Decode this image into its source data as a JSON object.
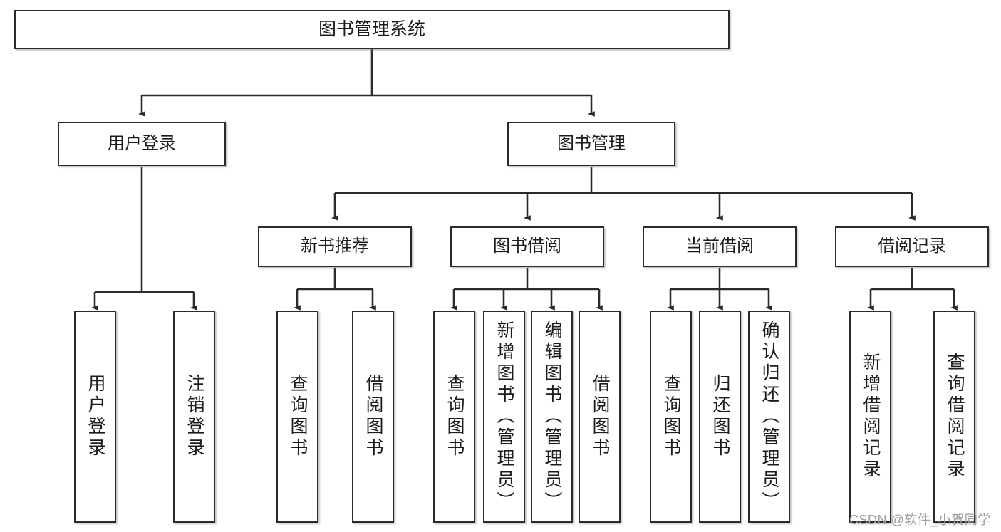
{
  "diagram": {
    "title": "图书管理系统",
    "type": "tree-hierarchy-diagram",
    "colors": {
      "box_border": "#2b2b2b",
      "box_fill": "#ffffff",
      "line": "#2b2b2b",
      "text": "#1c1c1c",
      "watermark": "#9c9c9c",
      "background": "#ffffff"
    },
    "nodes": {
      "root": {
        "label": "图书管理系统"
      },
      "level2": [
        {
          "label": "用户登录"
        },
        {
          "label": "图书管理"
        }
      ],
      "level3": [
        {
          "label": "新书推荐"
        },
        {
          "label": "图书借阅"
        },
        {
          "label": "当前借阅"
        },
        {
          "label": "借阅记录"
        }
      ],
      "leaves_user_login": [
        {
          "label": "用户登录"
        },
        {
          "label": "注销登录"
        }
      ],
      "leaves_new_book": [
        {
          "label": "查询图书"
        },
        {
          "label": "借阅图书"
        }
      ],
      "leaves_book_borrow": [
        {
          "label": "查询图书"
        },
        {
          "label": "新增图书（管理员）"
        },
        {
          "label": "编辑图书（管理员）"
        },
        {
          "label": "借阅图书"
        }
      ],
      "leaves_current_borrow": [
        {
          "label": "查询图书"
        },
        {
          "label": "归还图书"
        },
        {
          "label": "确认归还（管理员）"
        }
      ],
      "leaves_borrow_record": [
        {
          "label": "新增借阅记录"
        },
        {
          "label": "查询借阅记录"
        }
      ]
    },
    "watermark": "CSDN @软件_小贺同学"
  }
}
